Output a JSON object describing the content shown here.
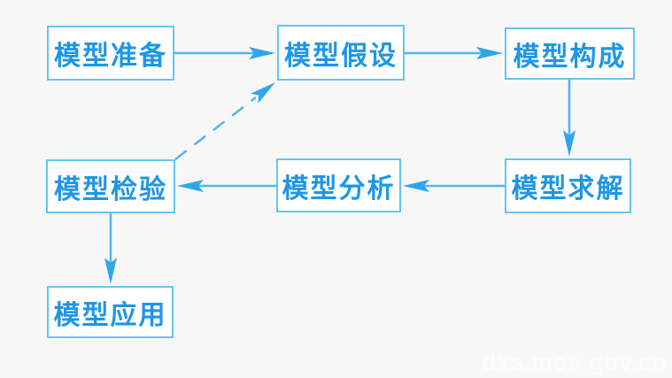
{
  "diagram": {
    "type": "flowchart",
    "description": "Mathematical modeling process flowchart",
    "nodes": [
      {
        "id": "prepare",
        "label": "模型准备"
      },
      {
        "id": "hypothesis",
        "label": "模型假设"
      },
      {
        "id": "composition",
        "label": "模型构成"
      },
      {
        "id": "verify",
        "label": "模型检验"
      },
      {
        "id": "analysis",
        "label": "模型分析"
      },
      {
        "id": "solve",
        "label": "模型求解"
      },
      {
        "id": "apply",
        "label": "模型应用"
      }
    ],
    "edges": [
      {
        "from": "模型准备",
        "to": "模型假设",
        "style": "solid",
        "direction": "right"
      },
      {
        "from": "模型假设",
        "to": "模型构成",
        "style": "solid",
        "direction": "right"
      },
      {
        "from": "模型构成",
        "to": "模型求解",
        "style": "solid",
        "direction": "down"
      },
      {
        "from": "模型求解",
        "to": "模型分析",
        "style": "solid",
        "direction": "left"
      },
      {
        "from": "模型分析",
        "to": "模型检验",
        "style": "solid",
        "direction": "left"
      },
      {
        "from": "模型检验",
        "to": "模型假设",
        "style": "dashed",
        "direction": "up-right"
      },
      {
        "from": "模型检验",
        "to": "模型应用",
        "style": "solid",
        "direction": "down"
      }
    ],
    "colors": {
      "background": "#f8f7f7",
      "box_fill": "#ffffff",
      "box_border": "#63c5f2",
      "text": "#1e96e6",
      "arrow_line": "#4fb5ee",
      "arrow_head": "#2ea7e9",
      "watermark": "#fdfafa"
    }
  },
  "watermark": {
    "text": "dxs.moe.gov.cn"
  }
}
